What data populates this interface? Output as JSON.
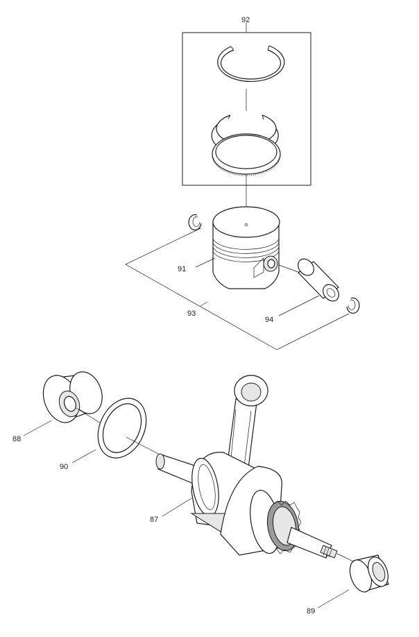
{
  "labels": {
    "p92": "92",
    "p91": "91",
    "p93": "93",
    "p94": "94",
    "p88": "88",
    "p90": "90",
    "p87": "87",
    "p89": "89"
  }
}
